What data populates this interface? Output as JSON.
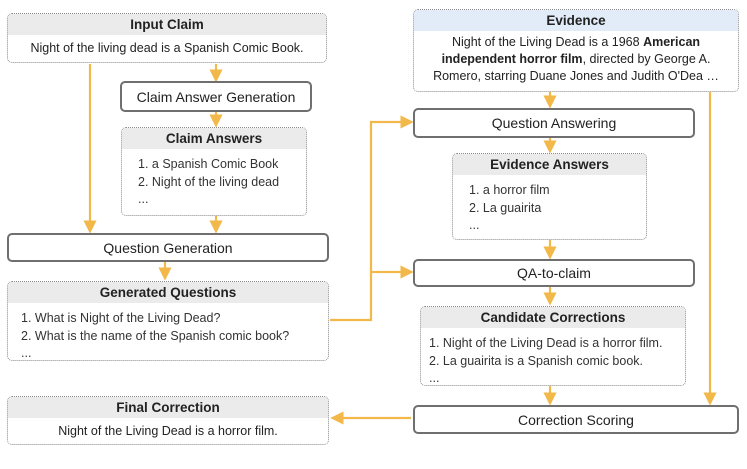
{
  "input_claim": {
    "title": "Input Claim",
    "text": "Night of the living dead is a Spanish Comic Book."
  },
  "claim_answer_generation": "Claim Answer Generation",
  "claim_answers": {
    "title": "Claim Answers",
    "items": [
      "1. a Spanish Comic Book",
      "2. Night of the living dead",
      "..."
    ]
  },
  "question_generation": "Question Generation",
  "generated_questions": {
    "title": "Generated Questions",
    "items": [
      "1. What is Night of the Living Dead?",
      "2. What is the name of the Spanish comic book?",
      "..."
    ]
  },
  "final_correction": {
    "title": "Final Correction",
    "text": "Night of the Living Dead is a horror film."
  },
  "evidence": {
    "title": "Evidence",
    "text_before": "Night of the Living Dead is a 1968 ",
    "text_bold": "American independent horror film",
    "text_after": ", directed by George A. Romero, starring Duane Jones and Judith O'Dea …"
  },
  "question_answering": "Question Answering",
  "evidence_answers": {
    "title": "Evidence Answers",
    "items": [
      "1. a horror film",
      "2. La guairita",
      "..."
    ]
  },
  "qa_to_claim": "QA-to-claim",
  "candidate_corrections": {
    "title": "Candidate Corrections",
    "items": [
      "1. Night of the Living Dead is a horror film.",
      "2. La guairita is a Spanish comic book.",
      "..."
    ]
  },
  "correction_scoring": "Correction Scoring",
  "colors": {
    "arrow": "#f2b94a",
    "border": "#6f6f6f",
    "header": "#ebebeb",
    "evidence_header": "#e2ecf8"
  }
}
